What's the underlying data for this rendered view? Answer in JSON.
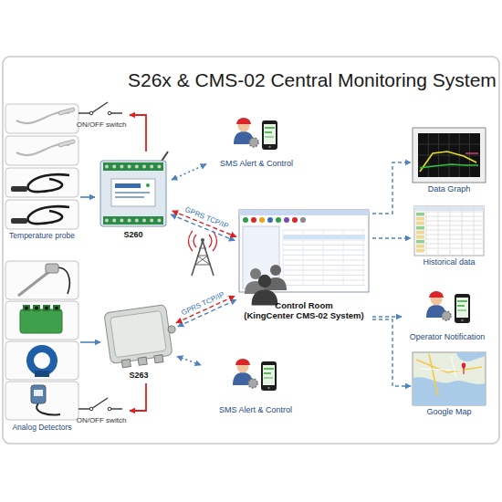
{
  "diagram": {
    "title": "S26x & CMS-02 Central Monitoring System",
    "nodes": [
      {
        "text": [
          "Temperature probe"
        ]
      },
      {
        "text": [
          "ON/OFF switch"
        ]
      },
      {
        "text": [
          "S260"
        ]
      },
      {
        "text": [
          "SMS Alert & Control"
        ]
      },
      {
        "text": [
          "Control Room",
          "(KingCenter CMS-02 System)"
        ]
      },
      {
        "text": [
          "Data Graph"
        ]
      },
      {
        "text": [
          "Historical data"
        ]
      },
      {
        "text": [
          "Operator Notification"
        ]
      },
      {
        "text": [
          "Google Map"
        ]
      },
      {
        "text": [
          "Analog Detectors"
        ]
      },
      {
        "text": [
          "S263"
        ]
      },
      {
        "text": [
          "SMS Alert & Control"
        ]
      },
      {
        "text": [
          "ON/OFF switch"
        ]
      }
    ],
    "edges": [
      {
        "from": 0,
        "to": 2,
        "arrow": "to"
      },
      {
        "from": 2,
        "to": 1,
        "arrow": "to"
      },
      {
        "from": 2,
        "to": 3,
        "arrow": "both"
      },
      {
        "from": 2,
        "to": 4,
        "label": "GPRS TCP/IP",
        "arrow": "both"
      },
      {
        "from": 4,
        "to": 5,
        "arrow": "to"
      },
      {
        "from": 4,
        "to": 6,
        "arrow": "to"
      },
      {
        "from": 4,
        "to": 7,
        "arrow": "to"
      },
      {
        "from": 4,
        "to": 8,
        "arrow": "to"
      },
      {
        "from": 9,
        "to": 10,
        "arrow": "to"
      },
      {
        "from": 10,
        "to": 12,
        "arrow": "to"
      },
      {
        "from": 10,
        "to": 11,
        "arrow": "both"
      },
      {
        "from": 10,
        "to": 4,
        "label": "GPRS TCP/IP",
        "arrow": "both"
      }
    ]
  }
}
